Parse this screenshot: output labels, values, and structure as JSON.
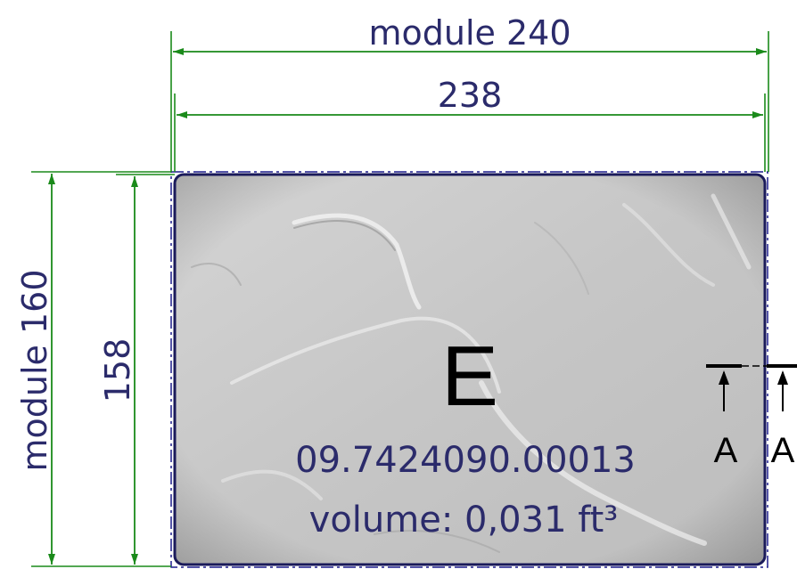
{
  "dimensions": {
    "module_width": "module 240",
    "width": "238",
    "module_height": "module 160",
    "height": "158"
  },
  "plate": {
    "letter": "E",
    "code": "09.7424090.00013",
    "volume": "volume: 0,031 ft³"
  },
  "section": {
    "label_left": "A",
    "label_right": "A"
  },
  "colors": {
    "dimension_line": "#1a8a1a",
    "dimension_text": "#2b2b6b",
    "outline": "#1c1c8c",
    "surface": "#c9c9c9"
  }
}
